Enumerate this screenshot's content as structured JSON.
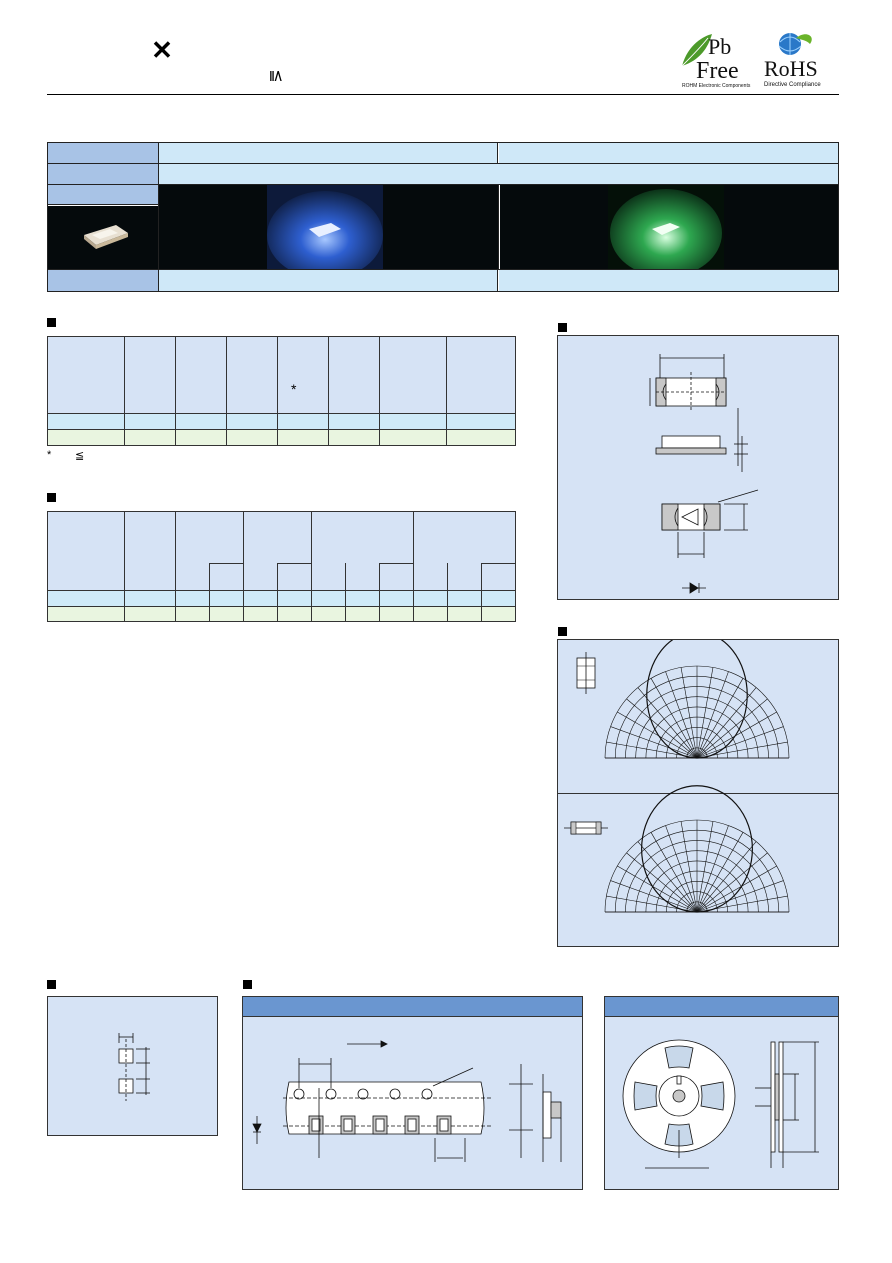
{
  "header": {
    "cross_glyph": "✕",
    "leq_glyph": "≦",
    "pb_logo": {
      "top": "Pb",
      "bottom": "Free",
      "caption": "ROHM Electronic Components",
      "leaf_color": "#4c9a2a"
    },
    "rohs_logo": {
      "text": "RoHS",
      "caption": "Directive Compliance",
      "globe_color": "#2a78c8"
    }
  },
  "colors": {
    "label_blue": "#a8c3e6",
    "light_blue": "#cfe8f8",
    "panel_blue": "#d6e3f5",
    "band_green": "#e9f5e0",
    "header_blue": "#6a96d0"
  },
  "notes": {
    "asterisk": "*",
    "footnote_star": "*",
    "footnote_leq": "≦"
  },
  "diagram": {
    "diode_symbol": "diode-icon"
  }
}
